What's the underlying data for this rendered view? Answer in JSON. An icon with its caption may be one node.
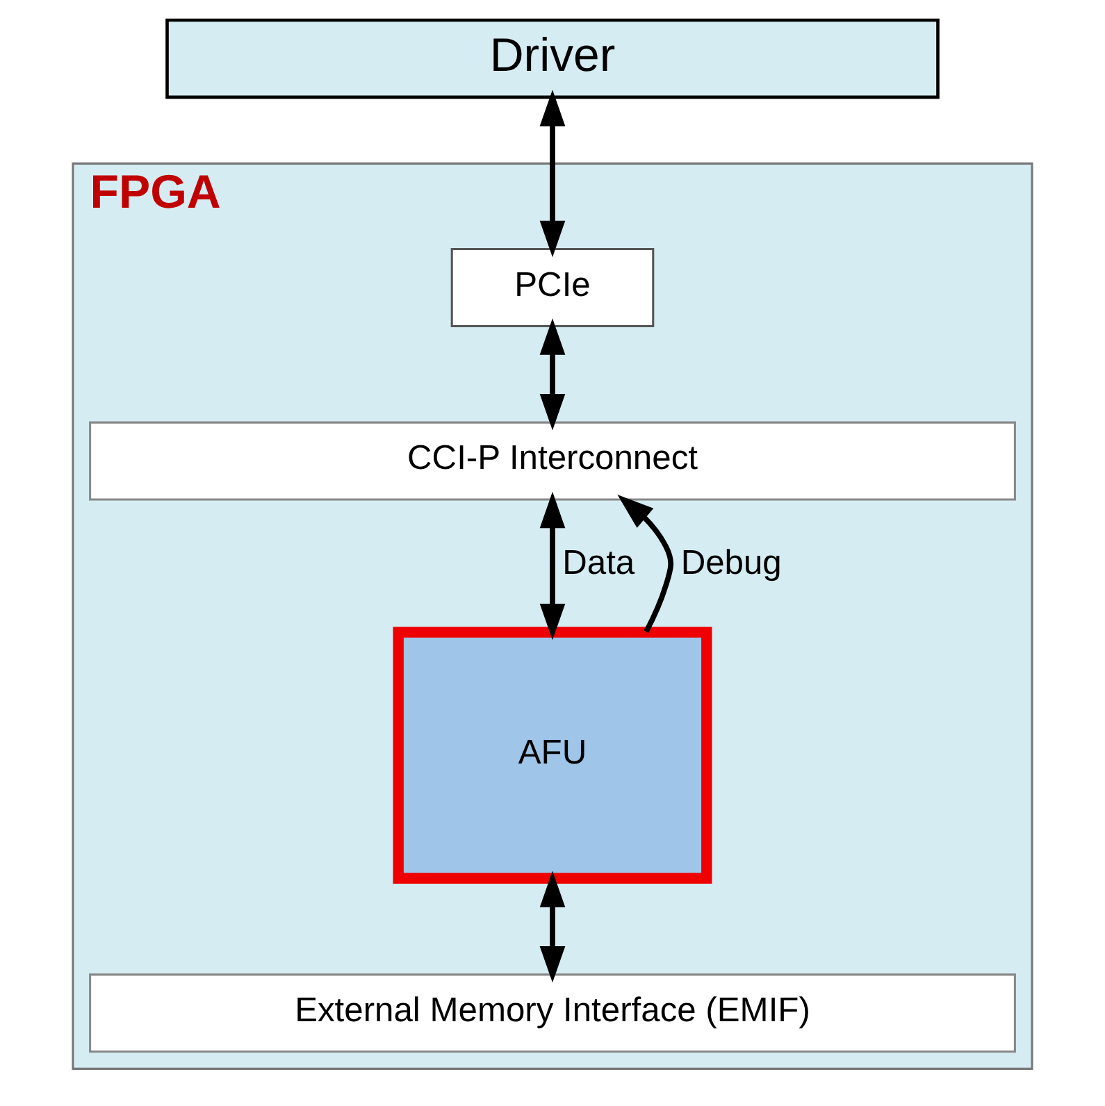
{
  "diagram": {
    "nodes": [
      {
        "text": [
          "Driver"
        ]
      },
      {
        "text": [
          "FPGA"
        ]
      },
      {
        "text": [
          "PCIe"
        ],
        "in": 1
      },
      {
        "text": [
          "CCI-P Interconnect"
        ],
        "in": 1
      },
      {
        "text": [
          "AFU"
        ],
        "in": 1
      },
      {
        "text": [
          "External Memory Interface (EMIF)"
        ],
        "in": 1
      }
    ],
    "edges": [
      {
        "from": 0,
        "to": 2,
        "arrow": "both"
      },
      {
        "from": 2,
        "to": 3,
        "arrow": "both"
      },
      {
        "from": 4,
        "to": 3,
        "arrow": "to",
        "label": "Debug"
      },
      {
        "from": 3,
        "to": 4,
        "arrow": "both",
        "label": "Data"
      },
      {
        "from": 4,
        "to": 5,
        "arrow": "both"
      }
    ]
  }
}
